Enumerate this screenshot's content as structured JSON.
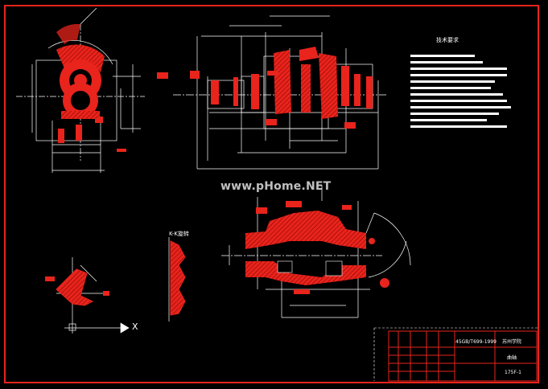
{
  "drawing": {
    "watermark": "www.pHome.NET",
    "notes_title": "技术要求",
    "section_label": "K-K旋转",
    "axis_x_label": "X"
  },
  "title_block": {
    "standard": "45GB/T699-1999",
    "school": "苏州学院",
    "part_name": "曲轴",
    "drawing_no": "175F-1"
  },
  "colors": {
    "background": "#000000",
    "frame": "#e8241c",
    "hatch": "#e8241c",
    "lines": "#ffffff"
  }
}
